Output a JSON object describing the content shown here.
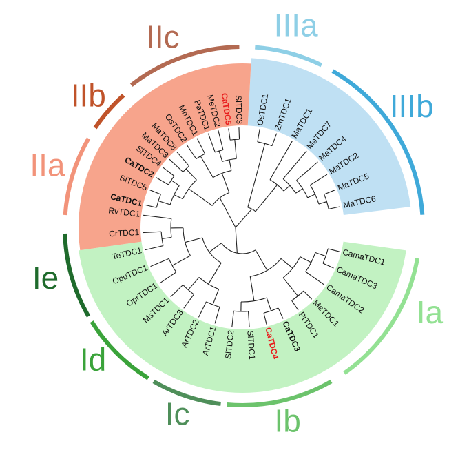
{
  "tree": {
    "leaves": [
      {
        "name": "OsTDC1"
      },
      {
        "name": "ZmTDC1"
      },
      {
        "name": "MaTDC1"
      },
      {
        "name": "MaTDC7"
      },
      {
        "name": "MaTDC4"
      },
      {
        "name": "MaTDC2"
      },
      {
        "name": "MaTDC5"
      },
      {
        "name": "MaTDC6"
      },
      {
        "name": "CamaTDC1"
      },
      {
        "name": "CamaTDC3"
      },
      {
        "name": "CamaTDC2"
      },
      {
        "name": "MeTDC1"
      },
      {
        "name": "PtTDC1"
      },
      {
        "name": "CaTDC3",
        "style": "bold"
      },
      {
        "name": "CaTDC4",
        "style": "red"
      },
      {
        "name": "SlTDC1"
      },
      {
        "name": "SlTDC2"
      },
      {
        "name": "ArTDC1"
      },
      {
        "name": "ArTDC2"
      },
      {
        "name": "ArTDC3"
      },
      {
        "name": "MsTDC1"
      },
      {
        "name": "OprTDC1"
      },
      {
        "name": "OpuTDC1"
      },
      {
        "name": "TeTDC1"
      },
      {
        "name": "CrTDC1"
      },
      {
        "name": "RvTDC1"
      },
      {
        "name": "CaTDC1",
        "style": "bold"
      },
      {
        "name": "SlTDC5"
      },
      {
        "name": "CaTDC2",
        "style": "bold"
      },
      {
        "name": "SlTDC4"
      },
      {
        "name": "MaTDC3"
      },
      {
        "name": "MaTDC8"
      },
      {
        "name": "OsTDC2"
      },
      {
        "name": "MnTDC1"
      },
      {
        "name": "PaTDC1"
      },
      {
        "name": "MeTDC2"
      },
      {
        "name": "CaTDC5",
        "style": "red"
      },
      {
        "name": "SlTDC3"
      }
    ],
    "clades": [
      {
        "label": "IIIa",
        "color": "#8ecfe6"
      },
      {
        "label": "IIIb",
        "color": "#3fa9d9"
      },
      {
        "label": "Ia",
        "color": "#93e193"
      },
      {
        "label": "Ib",
        "color": "#6cc36c"
      },
      {
        "label": "Ic",
        "color": "#4f8f5a"
      },
      {
        "label": "Id",
        "color": "#3aa33a"
      },
      {
        "label": "Ie",
        "color": "#1f6b2c"
      },
      {
        "label": "IIa",
        "color": "#f2937a"
      },
      {
        "label": "IIb",
        "color": "#c0532a"
      },
      {
        "label": "IIc",
        "color": "#b36a52"
      }
    ],
    "sectors": {
      "blue": "#bfe0f3",
      "green": "#c2f2c2",
      "salmon": "#f7a48c"
    },
    "highlight_colors": {
      "red": "#e81e1e"
    }
  }
}
